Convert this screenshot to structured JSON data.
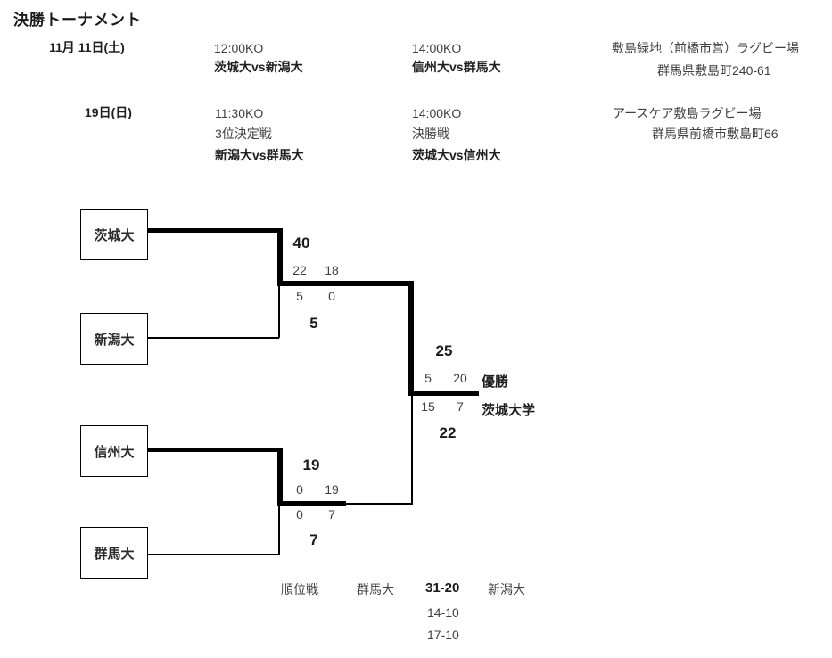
{
  "page": {
    "title": "決勝トーナメント"
  },
  "schedule": {
    "row1": {
      "date": "11月 11日(土)",
      "match1_time": "12:00KO",
      "match1_teams": "茨城大vs新潟大",
      "match2_time": "14:00KO",
      "match2_teams": "信州大vs群馬大",
      "venue": "敷島緑地（前橋市営）ラグビー場",
      "address": "群馬県敷島町240-61"
    },
    "row2": {
      "date": "19日(日)",
      "match1_time": "11:30KO",
      "match1_label": "3位決定戦",
      "match1_teams": "新潟大vs群馬大",
      "match2_time": "14:00KO",
      "match2_label": "決勝戦",
      "match2_teams": "茨城大vs信州大",
      "venue": "アースケア敷島ラグビー場",
      "address": "群馬県前橋市敷島町66"
    }
  },
  "bracket": {
    "team1": "茨城大",
    "team2": "新潟大",
    "team3": "信州大",
    "team4": "群馬大",
    "semifinal1": {
      "winner_total": "40",
      "winner_half1": "22",
      "winner_half2": "18",
      "loser_half1": "5",
      "loser_half2": "0",
      "loser_total": "5"
    },
    "final": {
      "winner_total": "25",
      "winner_half1": "5",
      "winner_half2": "20",
      "loser_half1": "15",
      "loser_half2": "7",
      "loser_total": "22"
    },
    "semifinal2": {
      "winner_total": "19",
      "winner_half1": "0",
      "winner_half2": "19",
      "loser_half1": "0",
      "loser_half2": "7",
      "loser_total": "7"
    },
    "champion": {
      "label": "優勝",
      "name": "茨城大学"
    },
    "third_place": {
      "label": "順位戦",
      "left_team": "群馬大",
      "score": "31-20",
      "right_team": "新潟大",
      "half1": "14-10",
      "half2": "17-10"
    }
  },
  "colors": {
    "background": "#ffffff",
    "text": "#3f3f3f",
    "emphasis": "#1a1a1a",
    "line": "#000000"
  }
}
